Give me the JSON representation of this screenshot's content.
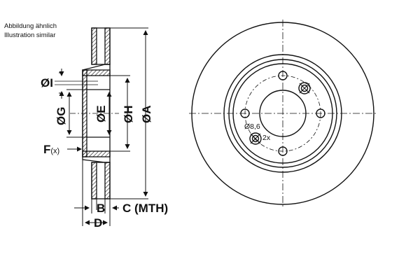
{
  "caption": {
    "line1": "Abbildung ähnlich",
    "line2": "Illustration similar"
  },
  "dimensions": {
    "A": "ØA",
    "H": "ØH",
    "E": "ØE",
    "G": "ØG",
    "I": "ØI",
    "F": "F",
    "F_suffix": "(x)",
    "B": "B",
    "C": "C (MTH)",
    "D": "D"
  },
  "front_view": {
    "hole_label": "Ø8,6",
    "hole_count": "2x"
  },
  "colors": {
    "line": "#111111",
    "background": "#ffffff"
  }
}
